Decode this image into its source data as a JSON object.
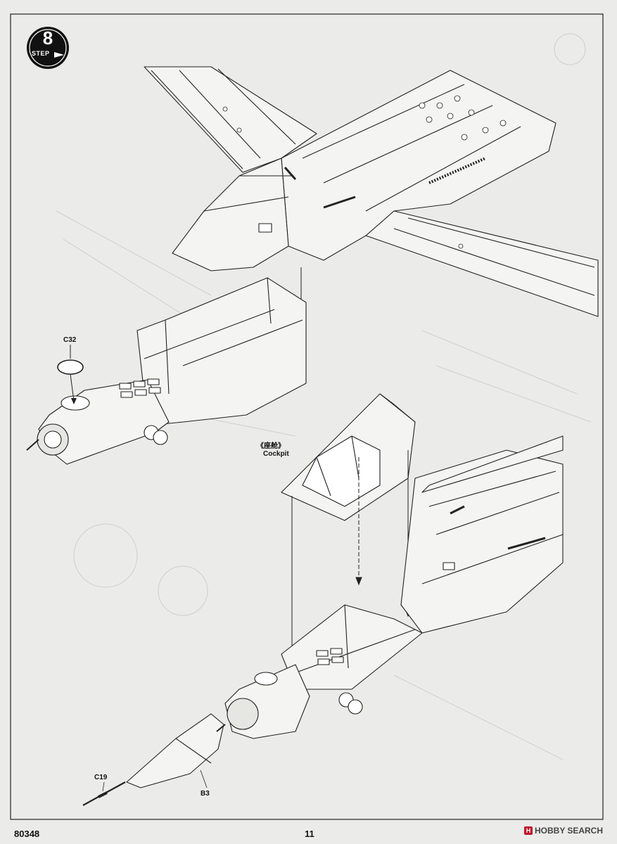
{
  "step": {
    "number": "8",
    "word": "STEP"
  },
  "labels": {
    "c32": "C32",
    "cockpit_cn": "《座舱》",
    "cockpit_en": "Cockpit",
    "c19": "C19",
    "b3": "B3"
  },
  "footer": {
    "part_no": "80348",
    "page": "11",
    "watermark_brand": "HOBBY",
    "watermark_suffix": "SEARCH"
  }
}
